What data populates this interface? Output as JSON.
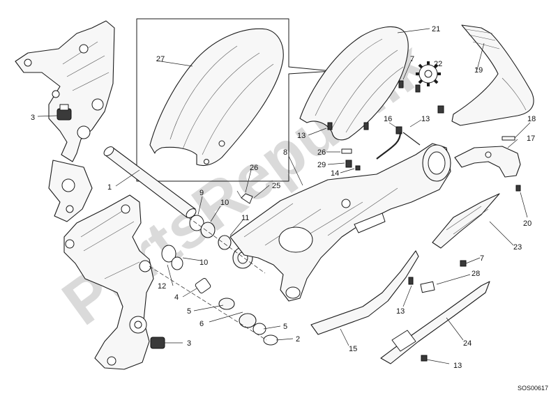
{
  "watermark": {
    "text": "PartsRepublik"
  },
  "diagram_code": "SOS00617",
  "callouts": [
    {
      "id": "c1",
      "text": "1"
    },
    {
      "id": "c2",
      "text": "2"
    },
    {
      "id": "c3a",
      "text": "3"
    },
    {
      "id": "c3b",
      "text": "3"
    },
    {
      "id": "c4",
      "text": "4"
    },
    {
      "id": "c5a",
      "text": "5"
    },
    {
      "id": "c5b",
      "text": "5"
    },
    {
      "id": "c6",
      "text": "6"
    },
    {
      "id": "c7a",
      "text": "7"
    },
    {
      "id": "c7b",
      "text": "7"
    },
    {
      "id": "c8",
      "text": "8"
    },
    {
      "id": "c9",
      "text": "9"
    },
    {
      "id": "c10a",
      "text": "10"
    },
    {
      "id": "c10b",
      "text": "10"
    },
    {
      "id": "c11",
      "text": "11"
    },
    {
      "id": "c12",
      "text": "12"
    },
    {
      "id": "c13a",
      "text": "13"
    },
    {
      "id": "c13b",
      "text": "13"
    },
    {
      "id": "c13c",
      "text": "13"
    },
    {
      "id": "c13d",
      "text": "13"
    },
    {
      "id": "c14",
      "text": "14"
    },
    {
      "id": "c15",
      "text": "15"
    },
    {
      "id": "c16",
      "text": "16"
    },
    {
      "id": "c17",
      "text": "17"
    },
    {
      "id": "c18",
      "text": "18"
    },
    {
      "id": "c19",
      "text": "19"
    },
    {
      "id": "c20",
      "text": "20"
    },
    {
      "id": "c21",
      "text": "21"
    },
    {
      "id": "c22",
      "text": "22"
    },
    {
      "id": "c23",
      "text": "23"
    },
    {
      "id": "c24",
      "text": "24"
    },
    {
      "id": "c25",
      "text": "25"
    },
    {
      "id": "c26a",
      "text": "26"
    },
    {
      "id": "c26b",
      "text": "26"
    },
    {
      "id": "c27",
      "text": "27"
    },
    {
      "id": "c28",
      "text": "28"
    },
    {
      "id": "c29",
      "text": "29"
    }
  ]
}
